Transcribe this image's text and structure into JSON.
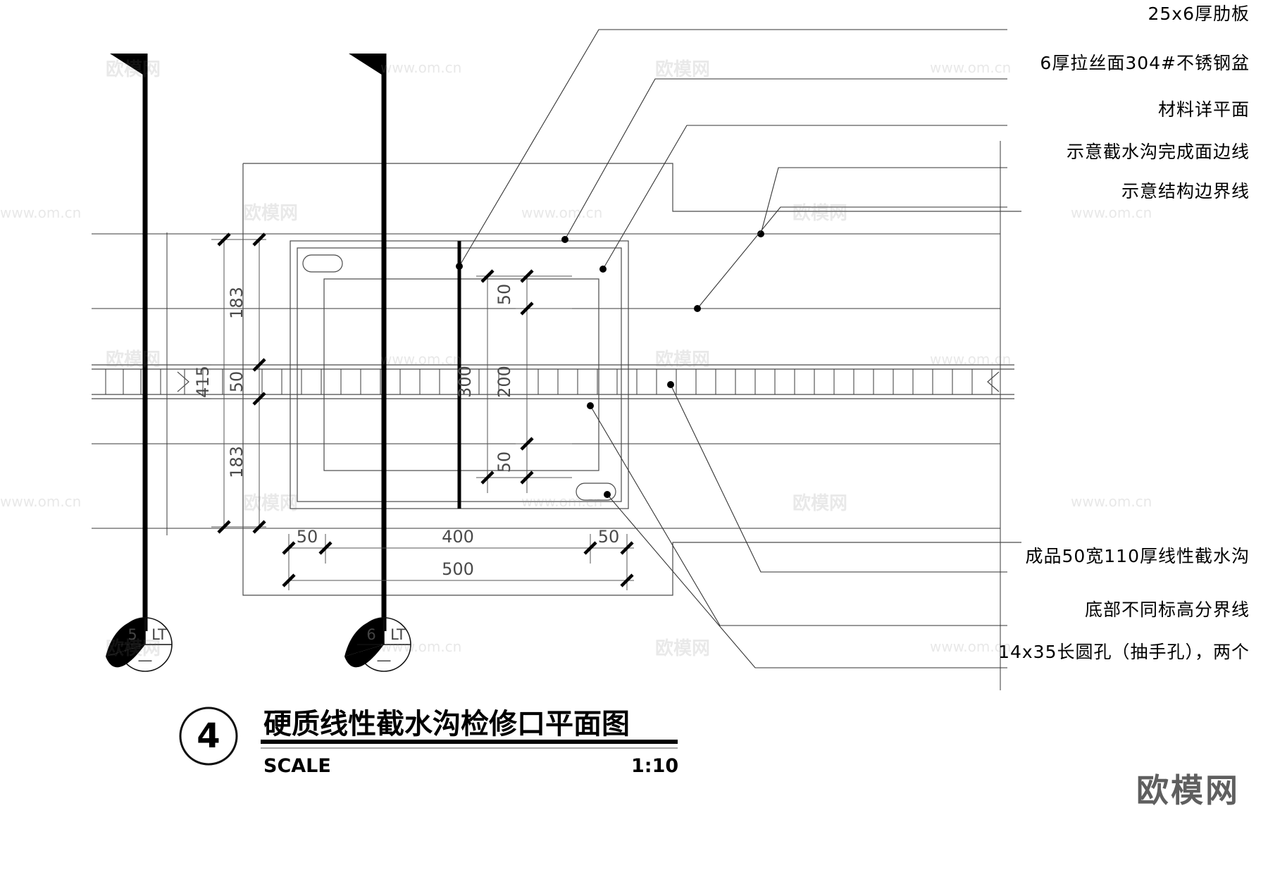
{
  "drawing": {
    "number": "4",
    "title": "硬质线性截水沟检修口平面图",
    "scale_label": "SCALE",
    "scale_value": "1:10"
  },
  "annotations": [
    {
      "id": "rib-plate",
      "text": "25x6厚肋板"
    },
    {
      "id": "stainless-basin",
      "text": "6厚拉丝面304#不锈钢盆"
    },
    {
      "id": "material-plan",
      "text": "材料详平面"
    },
    {
      "id": "gutter-finish-edge",
      "text": "示意截水沟完成面边线"
    },
    {
      "id": "structure-boundary",
      "text": "示意结构边界线"
    },
    {
      "id": "linear-gutter",
      "text": "成品50宽110厚线性截水沟"
    },
    {
      "id": "elevation-divider",
      "text": "底部不同标高分界线"
    },
    {
      "id": "slot-hole",
      "text": "14x35长圆孔（抽手孔），两个"
    }
  ],
  "dimensions": {
    "vertical_left": [
      "183",
      "415",
      "183"
    ],
    "vertical_gutter": "50",
    "vertical_inner": [
      "50",
      "50"
    ],
    "vertical_center": [
      "300",
      "200"
    ],
    "horizontal_chain": [
      "50",
      "400",
      "50"
    ],
    "horizontal_total": "500"
  },
  "section_markers": [
    {
      "number": "5",
      "label": "LT",
      "sub": "—"
    },
    {
      "number": "6",
      "label": "LT",
      "sub": "—"
    }
  ],
  "watermarks": {
    "logo": "欧模网",
    "url": "www.om.cn",
    "brand": "欧模网"
  }
}
